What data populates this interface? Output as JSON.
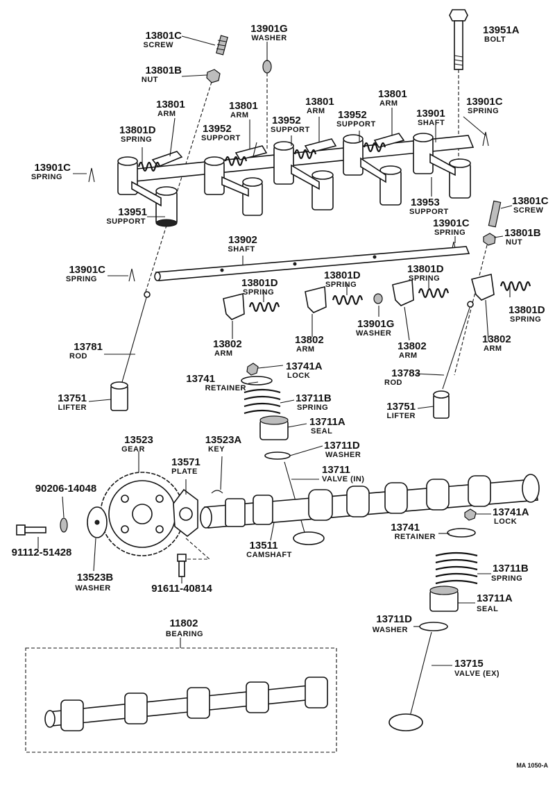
{
  "diagram": {
    "reference": "MA 1050-A",
    "callouts": [
      {
        "id": "13801c_top",
        "number": "13801C",
        "name": "SCREW"
      },
      {
        "id": "13901g_top",
        "number": "13901G",
        "name": "WASHER"
      },
      {
        "id": "13951a",
        "number": "13951A",
        "name": "BOLT"
      },
      {
        "id": "13801b_top",
        "number": "13801B",
        "name": "NUT"
      },
      {
        "id": "13801_1",
        "number": "13801",
        "name": "ARM"
      },
      {
        "id": "13801_2",
        "number": "13801",
        "name": "ARM"
      },
      {
        "id": "13801_3",
        "number": "13801",
        "name": "ARM"
      },
      {
        "id": "13801_4",
        "number": "13801",
        "name": "ARM"
      },
      {
        "id": "13901c_tr",
        "number": "13901C",
        "name": "SPRING"
      },
      {
        "id": "13801d_top",
        "number": "13801D",
        "name": "SPRING"
      },
      {
        "id": "13952_1",
        "number": "13952",
        "name": "SUPPORT"
      },
      {
        "id": "13952_2",
        "number": "13952",
        "name": "SUPPORT"
      },
      {
        "id": "13952_3",
        "number": "13952",
        "name": "SUPPORT"
      },
      {
        "id": "13901_shaft",
        "number": "13901",
        "name": "SHAFT"
      },
      {
        "id": "13901c_left",
        "number": "13901C",
        "name": "SPRING"
      },
      {
        "id": "13951",
        "number": "13951",
        "name": "SUPPORT"
      },
      {
        "id": "13953",
        "number": "13953",
        "name": "SUPPORT"
      },
      {
        "id": "13801c_right",
        "number": "13801C",
        "name": "SCREW"
      },
      {
        "id": "13901c_mid",
        "number": "13901C",
        "name": "SPRING"
      },
      {
        "id": "13801b_right",
        "number": "13801B",
        "name": "NUT"
      },
      {
        "id": "13902",
        "number": "13902",
        "name": "SHAFT"
      },
      {
        "id": "13901c_lower",
        "number": "13901C",
        "name": "SPRING"
      },
      {
        "id": "13801d_a",
        "number": "13801D",
        "name": "SPRING"
      },
      {
        "id": "13801d_b",
        "number": "13801D",
        "name": "SPRING"
      },
      {
        "id": "13801d_c",
        "number": "13801D",
        "name": "SPRING"
      },
      {
        "id": "13801d_d",
        "number": "13801D",
        "name": "SPRING"
      },
      {
        "id": "13901g_mid",
        "number": "13901G",
        "name": "WASHER"
      },
      {
        "id": "13781",
        "number": "13781",
        "name": "ROD"
      },
      {
        "id": "13802_a",
        "number": "13802",
        "name": "ARM"
      },
      {
        "id": "13802_b",
        "number": "13802",
        "name": "ARM"
      },
      {
        "id": "13802_c",
        "number": "13802",
        "name": "ARM"
      },
      {
        "id": "13802_d",
        "number": "13802",
        "name": "ARM"
      },
      {
        "id": "13741a_top",
        "number": "13741A",
        "name": "LOCK"
      },
      {
        "id": "13741_top",
        "number": "13741",
        "name": "RETAINER"
      },
      {
        "id": "13783",
        "number": "13783",
        "name": "ROD"
      },
      {
        "id": "13751_left",
        "number": "13751",
        "name": "LIFTER"
      },
      {
        "id": "13711b_top",
        "number": "13711B",
        "name": "SPRING"
      },
      {
        "id": "13751_right",
        "number": "13751",
        "name": "LIFTER"
      },
      {
        "id": "13711a_top",
        "number": "13711A",
        "name": "SEAL"
      },
      {
        "id": "13523",
        "number": "13523",
        "name": "GEAR"
      },
      {
        "id": "13523a",
        "number": "13523A",
        "name": "KEY"
      },
      {
        "id": "13711d_top",
        "number": "13711D",
        "name": "WASHER"
      },
      {
        "id": "13571",
        "number": "13571",
        "name": "PLATE"
      },
      {
        "id": "13711",
        "number": "13711",
        "name": "VALVE (IN)"
      },
      {
        "id": "90206",
        "number": "90206-14048",
        "name": ""
      },
      {
        "id": "13741a_bot",
        "number": "13741A",
        "name": "LOCK"
      },
      {
        "id": "13741_bot",
        "number": "13741",
        "name": "RETAINER"
      },
      {
        "id": "13511",
        "number": "13511",
        "name": "CAMSHAFT"
      },
      {
        "id": "91112",
        "number": "91112-51428",
        "name": ""
      },
      {
        "id": "13523b",
        "number": "13523B",
        "name": "WASHER"
      },
      {
        "id": "13711b_bot",
        "number": "13711B",
        "name": "SPRING"
      },
      {
        "id": "91611",
        "number": "91611-40814",
        "name": ""
      },
      {
        "id": "13711a_bot",
        "number": "13711A",
        "name": "SEAL"
      },
      {
        "id": "11802",
        "number": "11802",
        "name": "BEARING"
      },
      {
        "id": "13711d_bot",
        "number": "13711D",
        "name": "WASHER"
      },
      {
        "id": "13715",
        "number": "13715",
        "name": "VALVE (EX)"
      }
    ]
  }
}
